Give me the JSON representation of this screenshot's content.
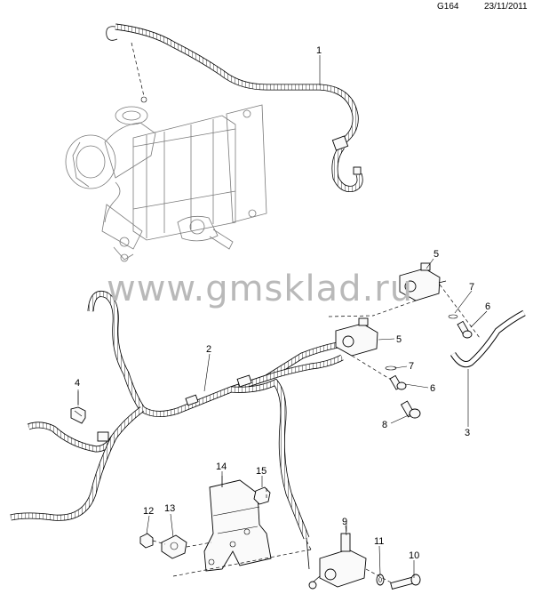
{
  "header": {
    "code": "G164",
    "date": "23/11/2011"
  },
  "watermark": "www.gmsklad.ru",
  "callouts": {
    "c1": "1",
    "c2": "2",
    "c3": "3",
    "c4": "4",
    "c5a": "5",
    "c5b": "5",
    "c6a": "6",
    "c6b": "6",
    "c7a": "7",
    "c7b": "7",
    "c8": "8",
    "c9": "9",
    "c10": "10",
    "c11": "11",
    "c12": "12",
    "c13": "13",
    "c14": "14",
    "c15": "15"
  }
}
